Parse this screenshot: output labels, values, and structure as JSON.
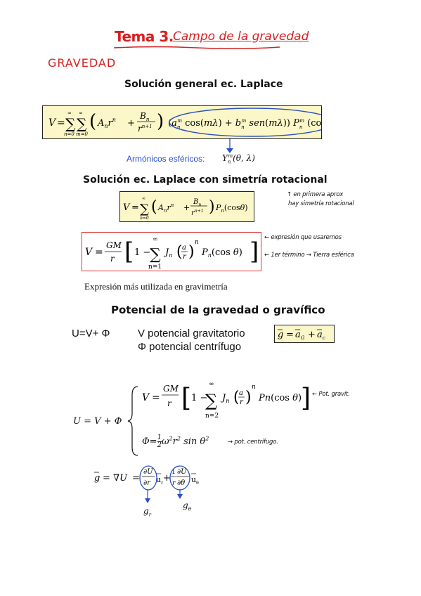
{
  "header": {
    "title": "Tema 3.",
    "subtitle": "Campo de la gravedad",
    "section": "GRAVEDAD"
  },
  "sections": {
    "laplace_general": "Solución general ec. Laplace",
    "armonicos_label": "Armónicos esféricos:",
    "laplace_rotational": "Solución ec. Laplace con simetría rotacional",
    "gravimetria_caption": "Expresión más utilizada en gravimetría",
    "potential_heading": "Potencial de la gravedad o gravífico"
  },
  "notes": {
    "note_approx_1": "↑ en primera aprox",
    "note_approx_2": "hay simetría rotacional",
    "note_expression": "← expresión que usaremos",
    "note_first_term": "← 1er término → Tierra esférica",
    "note_pot_grav": "← Pot. gravit.",
    "note_pot_centrif": "→ pot. centrífugo."
  },
  "potential": {
    "equation": "U=V+ Φ",
    "v_label": "V potencial gravitatorio",
    "phi_label": "Φ potencial centrífugo"
  },
  "colors": {
    "handwriting_red": "#d62020",
    "box_yellow": "#fbf7c8",
    "circle_blue": "#2a50c8",
    "frame_red": "#d33333"
  }
}
